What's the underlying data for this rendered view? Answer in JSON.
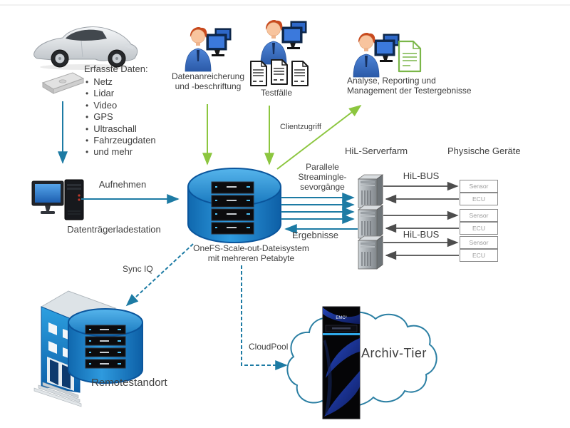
{
  "colors": {
    "green": "#8CC63F",
    "teal": "#1D7BA4",
    "gray": "#4D4D4D",
    "blue": "#1A80C8",
    "cloudstroke": "#2B7FA3",
    "text": "#3F3F3F"
  },
  "collected_data": {
    "title": "Erfasste Daten:",
    "items": [
      "Netz",
      "Lidar",
      "Video",
      "GPS",
      "Ultraschall",
      "Fahrzeugdaten",
      "und mehr"
    ]
  },
  "actors": {
    "enrichment": {
      "line1": "Datenanreicherung",
      "line2": "und -beschriftung"
    },
    "testcases": {
      "label": "Testfälle"
    },
    "analysis": {
      "line1": "Analyse, Reporting und",
      "line2": "Management der Testergebnisse"
    }
  },
  "flows": {
    "aufnehmen": "Aufnehmen",
    "clientzugriff": "Clientzugriff",
    "parallele": [
      "Parallele",
      "Streamingle-",
      "sevorgänge"
    ],
    "ergebnisse": "Ergebnisse",
    "sync_iq": "Sync IQ",
    "cloudpool": "CloudPool",
    "hil_bus_top": "HiL-BUS",
    "hil_bus_bottom": "HiL-BUS"
  },
  "nodes": {
    "workstation": "Datenträgerladestation",
    "cluster": {
      "line1": "OneFS-Scale-out-Dateisystem",
      "line2": "mit mehreren Petabyte"
    },
    "serverfarm": "HiL-Serverfarm",
    "devices_title": "Physische Geräte",
    "remote": "Remotestandort",
    "archive": "Archiv-Tier",
    "rack_logo": "EMC²"
  },
  "devices": [
    {
      "sensor": "Sensor",
      "ecu": "ECU"
    },
    {
      "sensor": "Sensor",
      "ecu": "ECU"
    },
    {
      "sensor": "Sensor",
      "ecu": "ECU"
    }
  ],
  "icons": {
    "car-icon": "silver sports car",
    "disk-icon": "storage media",
    "workstation-icon": "desktop pc with tower",
    "person-monitor-icon": "operator with monitors",
    "testcase-doc-icon": "document sheets",
    "report-doc-icon": "green report document",
    "cluster-cylinder-icon": "blue cylinder with server nodes",
    "tower-server-icon": "gray tower server",
    "building-icon": "blue office building",
    "cloud-icon": "cloud outline",
    "archive-rack-icon": "black storage rack"
  }
}
